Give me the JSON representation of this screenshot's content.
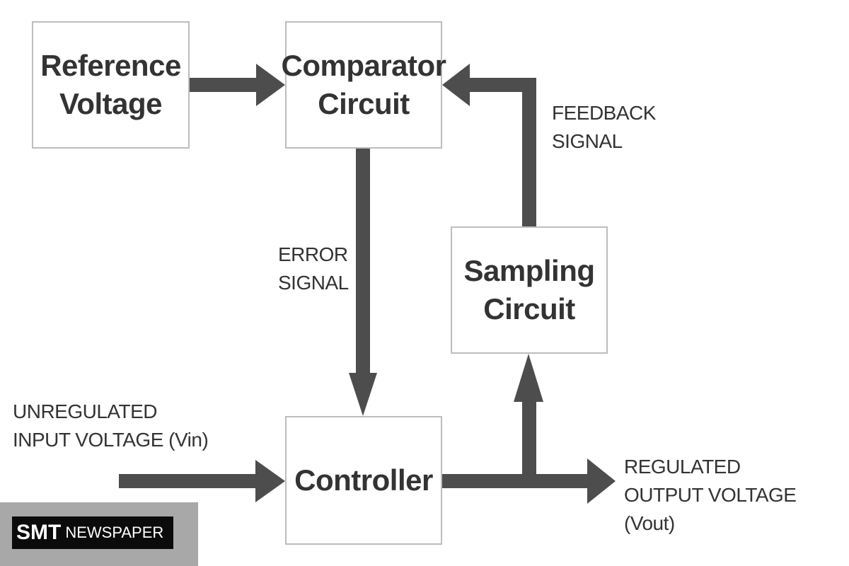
{
  "blocks": {
    "reference": "Reference\nVoltage",
    "comparator": "Comparator\nCircuit",
    "sampling": "Sampling\nCircuit",
    "controller": "Controller"
  },
  "signals": {
    "feedback": "FEEDBACK\nSIGNAL",
    "error": "ERROR\nSIGNAL",
    "input": "UNREGULATED\nINPUT VOLTAGE (Vin)",
    "output": "REGULATED\nOUTPUT VOLTAGE (Vout)"
  },
  "watermark": {
    "strong": "SMT",
    "rest": "NEWSPAPER"
  },
  "colors": {
    "arrow": "#4d4d4d",
    "box_border": "#bdbdbd",
    "text": "#333333"
  }
}
